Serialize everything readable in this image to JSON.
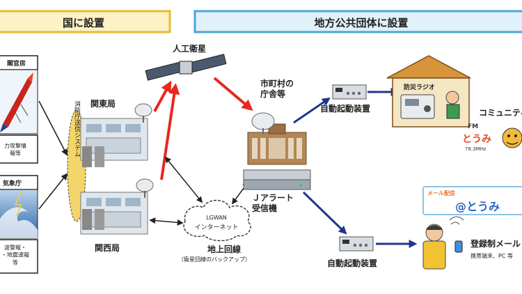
{
  "headers": {
    "national": "国に設置",
    "local": "地方公共団体に設置"
  },
  "sources": {
    "cabinet_office": "閣官房",
    "cabinet_caption": "力攻撃情\n報等",
    "jma": "気象庁",
    "jma_caption": "波警報・\n・地震速報\n等"
  },
  "fdma_system": "消防庁送信システム",
  "stations": {
    "kanto": "関東局",
    "kansai": "関西局"
  },
  "satellite": "人工衛星",
  "municipality": "市町村の\n庁舎等",
  "jalert_receiver": "Ｊアラート\n受信機",
  "network": {
    "cloud_line1": "LGWAN",
    "cloud_line2": "インターネット",
    "ground_line": "地上回線",
    "ground_note": "（衛星回線のバックアップ）"
  },
  "auto_activation_top": "自動起動装置",
  "auto_activation_bottom": "自動起動装置",
  "disaster_radio": "防災ラジオ",
  "community": "コミュニティ",
  "fm": {
    "label": "FM",
    "name": "とうみ",
    "freq": "78.3MHz"
  },
  "mail": {
    "banner": "メール配信",
    "logo": "@とうみ",
    "title": "登録制メール",
    "caption": "携帯端末、PC 等"
  },
  "colors": {
    "header_national_bg": "#fcf2c6",
    "header_national_border": "#e5bb2e",
    "header_local_bg": "#e0f1fa",
    "header_local_border": "#4aa6d8",
    "satellite_link": "#e8281e",
    "distribution_link": "#22358e",
    "black_link": "#222222"
  }
}
